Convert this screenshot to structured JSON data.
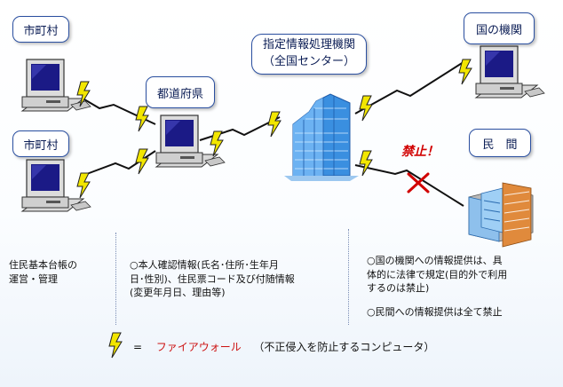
{
  "labels": {
    "municipality_top": "市町村",
    "municipality_bottom": "市町村",
    "prefecture": "都道府県",
    "center_line1": "指定情報処理機関",
    "center_line2": "（全国センター）",
    "national_agency": "国の機関",
    "private_sector": "民　間",
    "prohibited": "禁止！"
  },
  "notes": {
    "municipality": [
      "住民基本台帳の",
      "運営・管理"
    ],
    "prefecture": [
      "○本人確認情報(氏名･住所･生年月",
      "日･性別)、住民票コード及び付随情報",
      "(変更年月日、理由等)"
    ],
    "national": [
      "○国の機関への情報提供は、具",
      "体的に法律で規定(目的外で利用",
      "するのは禁止)"
    ],
    "private": "○民間への情報提供は全て禁止"
  },
  "legend": {
    "equals": "=",
    "firewall": "ファイアウォール",
    "description": "（不正侵入を防止するコンピュータ）"
  },
  "icons": [
    "computer-icon",
    "lightning-bolt-icon",
    "building-icon",
    "prohibition-x-icon"
  ],
  "colors": {
    "box_border": "#2a4fa0",
    "bolt": "#f2e600",
    "prohibit": "#d10000",
    "firewall_text": "#cc1111",
    "tower": "#3a8fe0"
  }
}
